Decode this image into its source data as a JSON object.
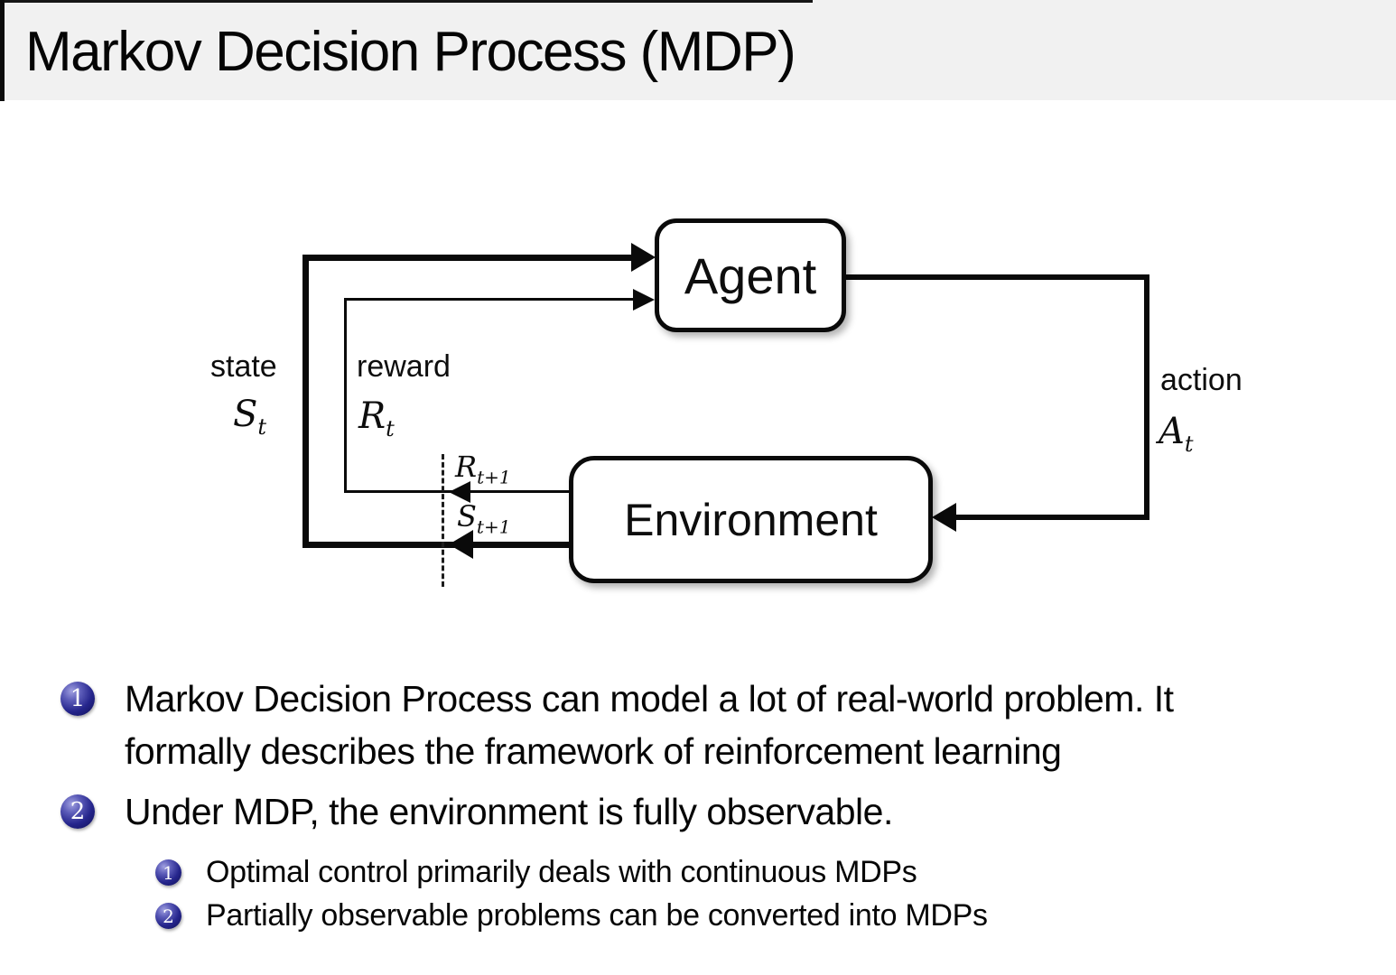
{
  "slide": {
    "title": "Markov Decision Process (MDP)",
    "header_bg": "#f1f1f1",
    "ball_color": "#25258c",
    "text_color": "#0d0d0d"
  },
  "diagram": {
    "agent_label": "Agent",
    "environment_label": "Environment",
    "state": {
      "word": "state",
      "sym": "S",
      "sub": "t"
    },
    "reward": {
      "word": "reward",
      "sym": "R",
      "sub": "t"
    },
    "action": {
      "word": "action",
      "sym": "A",
      "sub": "t"
    },
    "reward_next": {
      "sym": "R",
      "sub": "t+1"
    },
    "state_next": {
      "sym": "S",
      "sub": "t+1"
    }
  },
  "bullets": [
    {
      "num": "1",
      "lines": [
        "Markov Decision Process can model a lot of real-world problem. It",
        "formally describes the framework of reinforcement learning"
      ]
    },
    {
      "num": "2",
      "lines": [
        "Under MDP, the environment is fully observable."
      ],
      "sub": [
        {
          "num": "1",
          "text": "Optimal control primarily deals with continuous MDPs"
        },
        {
          "num": "2",
          "text": "Partially observable problems can be converted into MDPs"
        }
      ]
    }
  ]
}
